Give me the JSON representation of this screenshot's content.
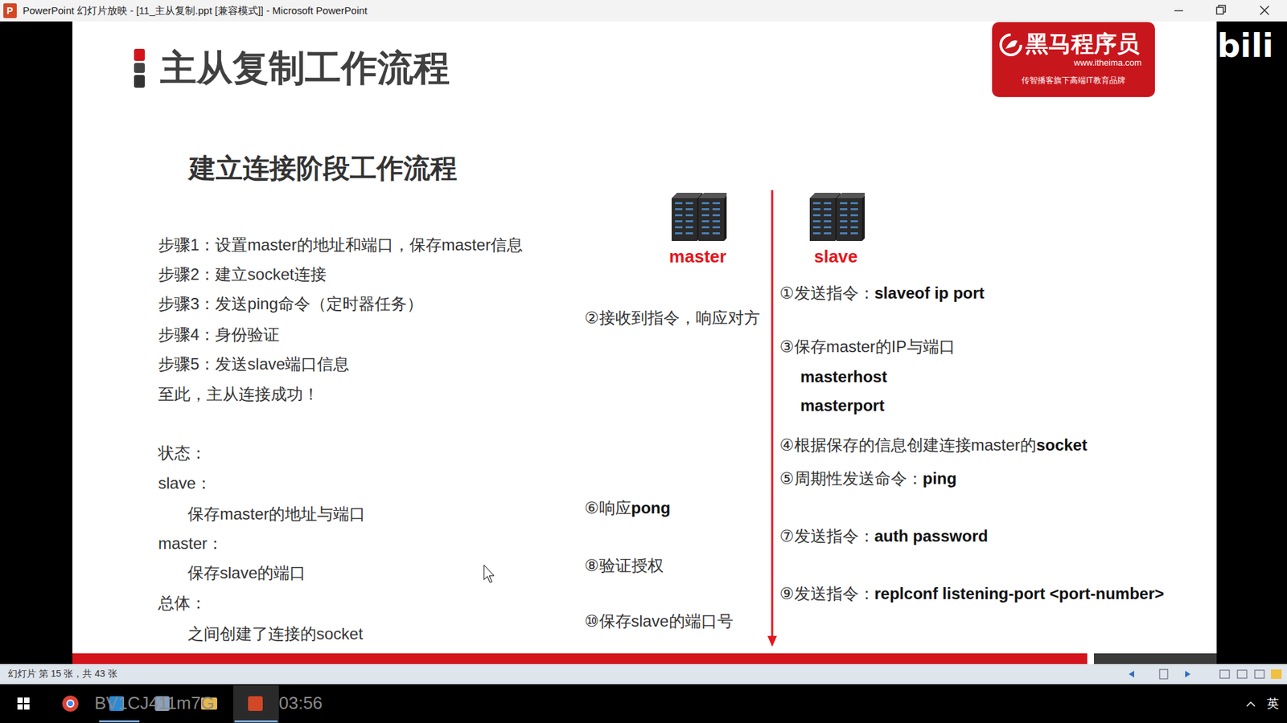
{
  "diagram": {
    "title": "主从复制工作流程",
    "nodes": [
      {
        "text": [
          "黑马程序员",
          "www.itheima.com",
          "传智播客旗下高端IT教育品牌"
        ]
      },
      {
        "text": [
          "master"
        ]
      },
      {
        "text": [
          "slave"
        ]
      }
    ],
    "labels": [
      "PowerPoint 幻灯片放映 - [11_主从复制.ppt [兼容模式]] - Microsoft PowerPoint",
      "P",
      "bili",
      "建立连接阶段工作流程",
      "步骤1：设置master的地址和端口，保存master信息",
      "步骤2：建立socket连接",
      "步骤3：发送ping命令（定时器任务）",
      "步骤4：身份验证",
      "步骤5：发送slave端口信息",
      "至此，主从连接成功！",
      "状态：",
      "slave：",
      "保存master的地址与端口",
      "master：",
      "保存slave的端口",
      "总体：",
      "之间创建了连接的socket",
      "①发送指令：",
      "slaveof ip port",
      "②接收到指令，响应对方",
      "③保存master的IP与端口",
      "masterhost",
      "masterport",
      "④根据保存的信息创建连接master的",
      "socket",
      "⑤周期性发送命令：",
      "ping",
      "⑥响应",
      "pong",
      "⑦发送指令：",
      "auth password",
      "⑧验证授权",
      "⑨发送指令：",
      "replconf listening-port <port-number>",
      "⑩保存slave的端口号",
      "幻灯片 第 15 张，共 43 张",
      "BV1CJ411m7G",
      "03:56",
      "英"
    ]
  }
}
